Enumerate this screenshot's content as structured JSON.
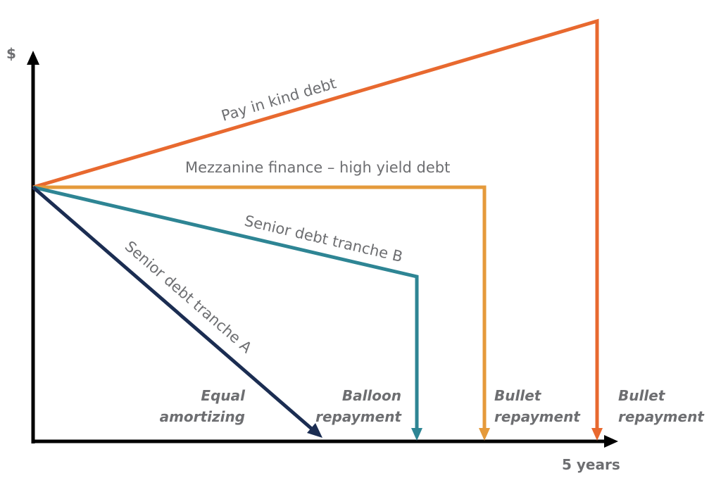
{
  "diagram": {
    "y_axis_label": "$",
    "x_axis_label": "5 years",
    "colors": {
      "axis": "#000000",
      "pik": "#e8692f",
      "mezzanine": "#e59a3b",
      "tranche_b": "#2e8594",
      "tranche_a": "#1b2d52",
      "text": "#6d6e71"
    },
    "lines": [
      {
        "id": "pik",
        "label": "Pay in kind debt",
        "note_line1": "Bullet",
        "note_line2": "repayment"
      },
      {
        "id": "mezzanine",
        "label": "Mezzanine finance – high yield debt",
        "note_line1": "Bullet",
        "note_line2": "repayment"
      },
      {
        "id": "tranche_b",
        "label": "Senior debt tranche B",
        "note_line1": "Balloon",
        "note_line2": "repayment"
      },
      {
        "id": "tranche_a",
        "label": "Senior debt tranche A",
        "note_line1": "Equal",
        "note_line2": "amortizing"
      }
    ]
  }
}
